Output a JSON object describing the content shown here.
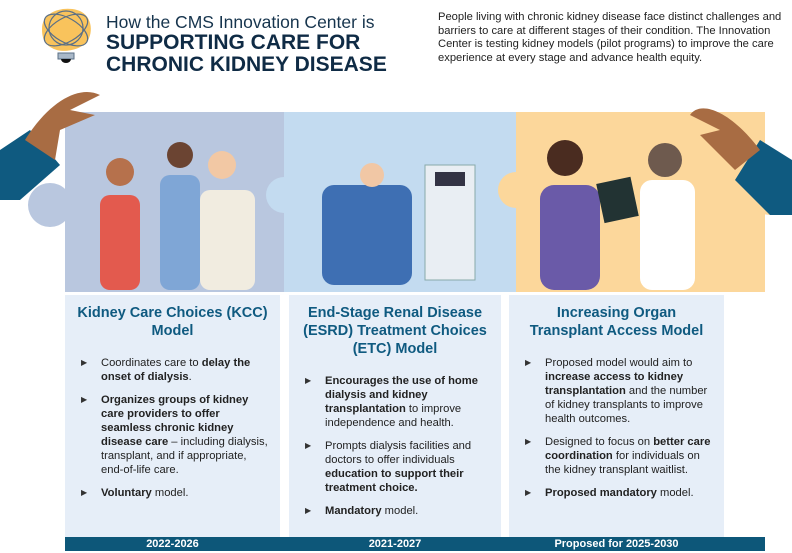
{
  "header": {
    "title_line1": "How the CMS Innovation Center is",
    "title_line2": "SUPPORTING CARE FOR",
    "title_line3": "CHRONIC KIDNEY DISEASE",
    "intro": "People living with chronic kidney disease face distinct challenges and barriers to care at different stages of their condition. The Innovation Center is testing kidney models (pilot programs) to improve the care experience at every stage and advance health equity."
  },
  "colors": {
    "panel1": "#b9c7df",
    "panel2": "#c3dbf0",
    "panel3": "#fcd79b",
    "card": "#e6eef8",
    "heading": "#0f5a80",
    "footer": "#0d5779"
  },
  "models": [
    {
      "title": "Kidney Care Choices (KCC) Model",
      "years": "2022-2026",
      "bullets": [
        [
          {
            "t": "Coordinates care to ",
            "b": false
          },
          {
            "t": "delay the onset of dialysis",
            "b": true
          },
          {
            "t": ".",
            "b": false
          }
        ],
        [
          {
            "t": "Organizes groups of kidney care providers to offer seamless chronic kidney disease care",
            "b": true
          },
          {
            "t": " – including dialysis, transplant, and if appropriate, end-of-life care.",
            "b": false
          }
        ],
        [
          {
            "t": "Voluntary",
            "b": true
          },
          {
            "t": " model.",
            "b": false
          }
        ]
      ]
    },
    {
      "title": "End-Stage Renal Disease (ESRD) Treatment Choices (ETC) Model",
      "years": "2021-2027",
      "bullets": [
        [
          {
            "t": "Encourages the use of home dialysis and kidney transplantation",
            "b": true
          },
          {
            "t": " to improve independence and health.",
            "b": false
          }
        ],
        [
          {
            "t": "Prompts dialysis facilities and doctors to offer individuals ",
            "b": false
          },
          {
            "t": "education to support their treatment choice.",
            "b": true
          }
        ],
        [
          {
            "t": "Mandatory",
            "b": true
          },
          {
            "t": " model.",
            "b": false
          }
        ]
      ]
    },
    {
      "title": "Increasing Organ Transplant Access Model",
      "years": "Proposed for 2025-2030",
      "bullets": [
        [
          {
            "t": "Proposed model would aim to ",
            "b": false
          },
          {
            "t": "increase access to kidney transplantation",
            "b": true
          },
          {
            "t": " and the number of kidney transplants to improve health outcomes.",
            "b": false
          }
        ],
        [
          {
            "t": "Designed to focus on ",
            "b": false
          },
          {
            "t": "better care coordination",
            "b": true
          },
          {
            "t": " for individuals on the kidney transplant waitlist.",
            "b": false
          }
        ],
        [
          {
            "t": "Proposed mandatory",
            "b": true
          },
          {
            "t": " model.",
            "b": false
          }
        ]
      ]
    }
  ]
}
